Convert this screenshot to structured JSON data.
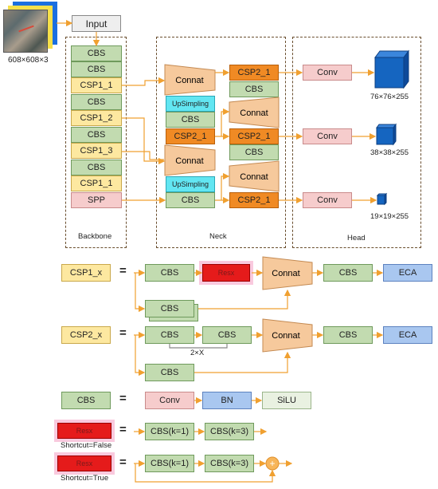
{
  "colors": {
    "arrow": "#f0a030",
    "trapezoid": "#f6c99c",
    "trapezoid_stroke": "#c48a52",
    "cube": "#1565c0",
    "add": "#f7b55a"
  },
  "input": {
    "label": "Input",
    "dims": "608×608×3"
  },
  "backbone": {
    "title": "Backbone",
    "blocks": [
      "CBS",
      "CBS",
      "CSP1_1",
      "CBS",
      "CSP1_2",
      "CBS",
      "CSP1_3",
      "CBS",
      "CSP1_1",
      "SPP"
    ]
  },
  "neck": {
    "title": "Neck",
    "left_col": [
      "Connat",
      "UpSimpling",
      "CBS",
      "CSP2_1",
      "Connat",
      "UpSimpling",
      "CBS"
    ],
    "right_col": [
      "CSP2_1",
      "CBS",
      "Connat",
      "CSP2_1",
      "CBS",
      "Connat",
      "CSP2_1"
    ]
  },
  "head": {
    "title": "Head",
    "convs": [
      "Conv",
      "Conv",
      "Conv"
    ],
    "outputs": [
      "76×76×255",
      "38×38×255",
      "19×19×255"
    ]
  },
  "legend": {
    "csp1": {
      "name": "CSP1_x",
      "eq": "=",
      "cbs_a": "CBS",
      "resx": "Resx",
      "concat": "Connat",
      "cbs_b": "CBS",
      "eca": "ECA",
      "cbs_stack": "CBS"
    },
    "csp2": {
      "name": "CSP2_x",
      "eq": "=",
      "cbs_a": "CBS",
      "cbs_b": "CBS",
      "repeat": "2×X",
      "concat": "Connat",
      "cbs_c": "CBS",
      "eca": "ECA",
      "cbs_bottom": "CBS"
    },
    "cbs": {
      "name": "CBS",
      "eq": "=",
      "conv": "Conv",
      "bn": "BN",
      "silu": "SiLU"
    },
    "res_false": {
      "name": "Resx",
      "caption": "Shortcut=False",
      "eq": "=",
      "a": "CBS(k=1)",
      "b": "CBS(k=3)"
    },
    "res_true": {
      "name": "Resx",
      "caption": "Shortcut=True",
      "eq": "=",
      "a": "CBS(k=1)",
      "b": "CBS(k=3)",
      "add": "+"
    }
  }
}
